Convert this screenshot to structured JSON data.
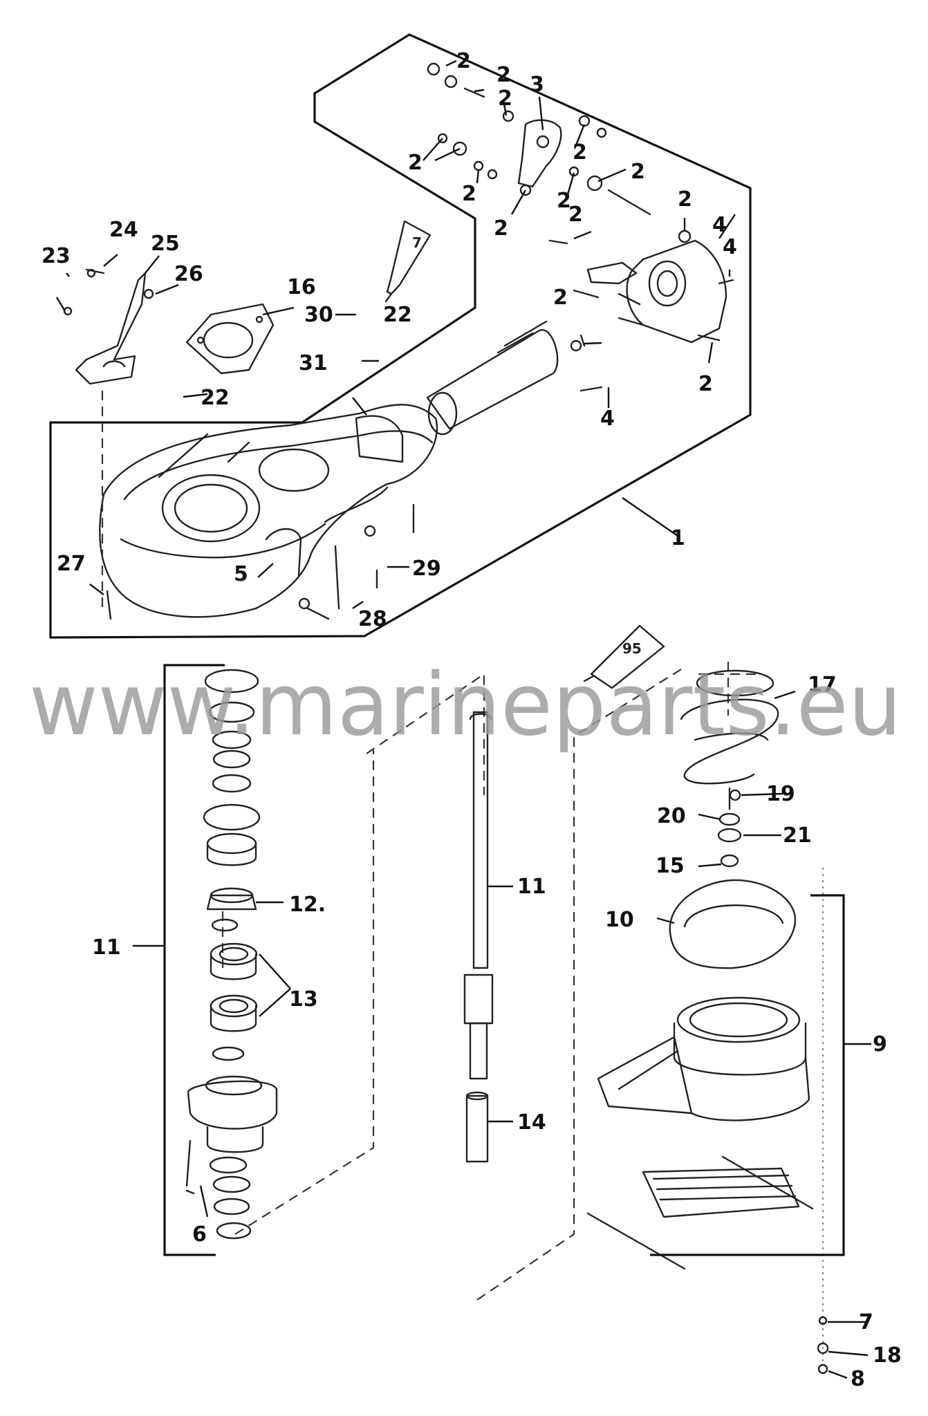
{
  "watermark": "www.marineparts.eu",
  "tube_labels": {
    "upper": "7",
    "lower": "95"
  },
  "callouts": {
    "c1": "1",
    "c2a": "2",
    "c2b": "2",
    "c2c": "2",
    "c2d": "2",
    "c2e": "2",
    "c2f": "2",
    "c2g": "2",
    "c2h": "2",
    "c2i": "2",
    "c2j": "2",
    "c2k": "2",
    "c2l": "2",
    "c2m": "2",
    "c3": "3",
    "c4a": "4",
    "c4b": "4",
    "c4c": "4",
    "c5": "5",
    "c6": "6",
    "c7": "7",
    "c8": "8",
    "c9": "9",
    "c10": "10",
    "c11a": "11",
    "c11b": "11",
    "c12": "12.",
    "c13": "13",
    "c14": "14",
    "c15": "15",
    "c16": "16",
    "c17": "17",
    "c18": "18",
    "c19": "19",
    "c20": "20",
    "c21": "21",
    "c22a": "22",
    "c22b": "22",
    "c23": "23",
    "c24": "24",
    "c25": "25",
    "c26": "26",
    "c27": "27",
    "c28": "28",
    "c29": "29",
    "c30": "30",
    "c31": "31"
  }
}
